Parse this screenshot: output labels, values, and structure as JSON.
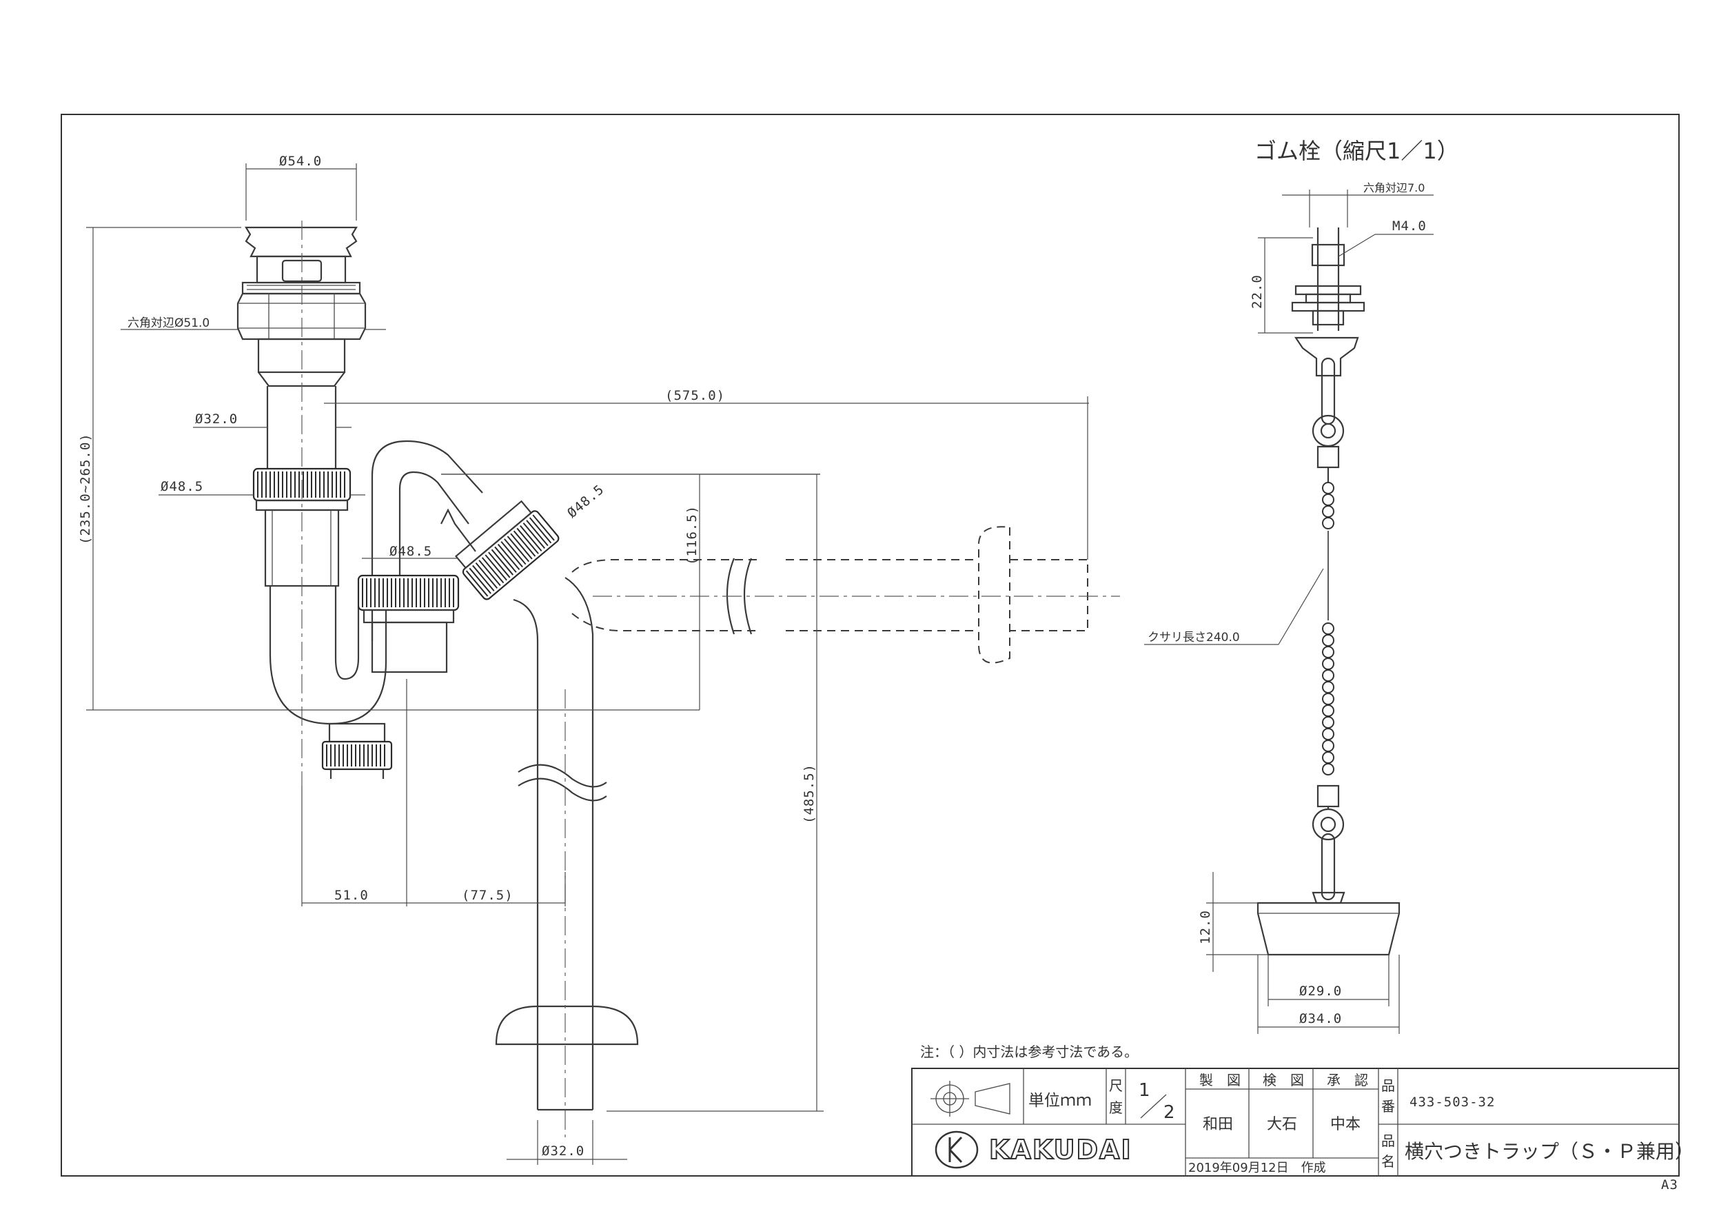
{
  "drawing": {
    "paper_size": "A3",
    "main_view": {
      "dim_top_dia": "Ø54.0",
      "dim_hex": "六角対辺Ø51.0",
      "dim_total_height": "(235.0~265.0)",
      "dim_pipe_dia": "Ø32.0",
      "dim_nut_dia": "Ø48.5",
      "dim_trap_nut_dia": "Ø48.5",
      "dim_outlet_nut_dia": "Ø48.5",
      "dim_length": "(575.0)",
      "dim_offset": "(116.5)",
      "dim_drop": "(485.5)",
      "dim_spacing_a": "51.0",
      "dim_spacing_b": "(77.5)",
      "dim_bottom_dia": "Ø32.0"
    },
    "detail_view": {
      "title": "ゴム栓（縮尺1／1）",
      "dim_hex": "六角対辺7.0",
      "dim_thread": "M4.0",
      "dim_stem": "22.0",
      "dim_chain": "クサリ長さ240.0",
      "dim_plug_h": "12.0",
      "dim_plug_bottom": "Ø29.0",
      "dim_plug_top": "Ø34.0"
    },
    "note": "注：（ ）内寸法は参考寸法である。"
  },
  "title_block": {
    "unit_label": "単位ｍｍ",
    "scale_label_1": "尺",
    "scale_label_2": "度",
    "scale_num": "1",
    "scale_den": "2",
    "role_drawn": "製　図",
    "role_checked": "検　図",
    "role_approved": "承　認",
    "name_drawn": "和田",
    "name_checked": "大石",
    "name_approved": "中本",
    "number_label_1": "品",
    "number_label_2": "番",
    "product_number": "433-503-32",
    "name_label_1": "品",
    "name_label_2": "名",
    "product_name": "横穴つきトラップ（Ｓ・Ｐ兼用）",
    "date": "2019年09月12日　作成",
    "company": "KAKUDAI"
  }
}
